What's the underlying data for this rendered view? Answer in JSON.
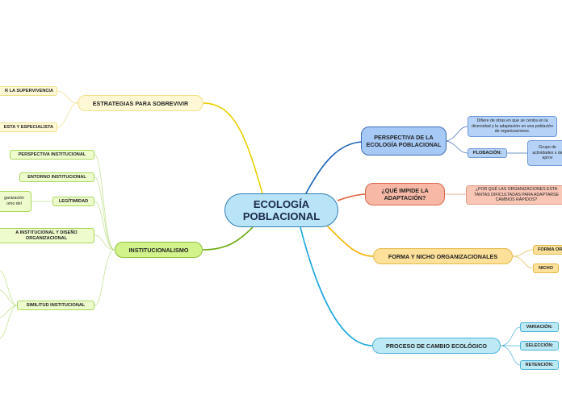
{
  "central": {
    "title": "ECOLOGÍA POBLACIONAL"
  },
  "right": {
    "perspectiva": {
      "label": "PERSPECTIVA DE LA ECOLOGÍA POBLACIONAL",
      "desc": "Difiere de otras en que se centra en la diversidad y la adaptación en una población de organizaciones.",
      "poblacion_label": "PLOBACIÓN:",
      "poblacion_desc": "Grupo de actividades s de aprov"
    },
    "que_impide": {
      "label": "¿QUÉ IMPIDE LA ADAPTACIÓN?",
      "desc": "¿POR QUÉ LAS ORGANIZACIONES ESTA TANTAS DIFICULTADAS PARA ADAPTARSE CAMBIOS RÁPIDOS?"
    },
    "forma_nicho": {
      "label": "FORMA Y NICHO ORGANIZACIONALES",
      "children": [
        "FORMA OR",
        "NICHO"
      ]
    },
    "proceso": {
      "label": "PROCESO DE CAMBIO ECOLÓGICO",
      "children": [
        "VARIACIÓN:",
        "SELECCIÓN:",
        "RETENCIÓN:"
      ]
    }
  },
  "left": {
    "estrategias": {
      "label": "ESTRATEGIAS PARA SOBREVIVIR",
      "children": [
        "R LA SUPERVIVENCIA",
        "ESTA Y ESPECIALISTA"
      ]
    },
    "institucionalismo": {
      "label": "INSTITUCIONALISMO",
      "children": {
        "perspectiva": "PERSPECTIVA INSTITUCIONAL",
        "entorno": "ENTORNO INSTITUCIONAL",
        "legitimidad": "LEGÍTIMIDAD",
        "legitimidad_desc": "ganización omo del",
        "vista": "A INSTITUCIONAL Y DISEÑO ORGANIZACIONAL",
        "similitud": "SIMILITUD INSTITUCIONAL"
      }
    }
  },
  "colors": {
    "blue": "#1a63b8",
    "salmon": "#e05a37",
    "yellow": "#f5b000",
    "cyan": "#1aa6dd",
    "olive_yellow": "#e8d000",
    "green": "#6cab12",
    "light_green": "#bfe08a"
  }
}
